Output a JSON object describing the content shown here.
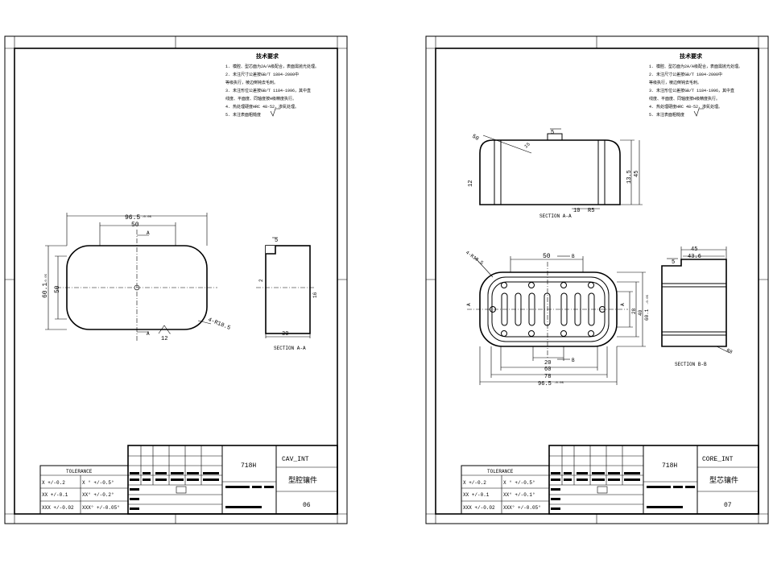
{
  "sheets": [
    {
      "tech_title": "技术要求",
      "notes": [
        "1. 模腔、型芯面为2A/A级配合，表面需抛光处理。",
        "2. 未注尺寸公差按GB/T 1804-2000中",
        "   等级执行，棱边倒钝去毛刺。",
        "3. 未注形位公差按GB/T 1184-1996，其中直",
        "   线度、平面度、同轴度按H级精度执行。",
        "4. 热处理硬度HRC 48-52，渗氮处理。",
        "5. 未注表面粗糙度"
      ],
      "dims": {
        "width": "96.5",
        "width_tol": "-0.05",
        "inner_width": "50",
        "height": "60.1",
        "height_tol": "-0.05",
        "inner_height": "50",
        "corner": "4-R18.5",
        "chamfer": "12",
        "sec_depth": "30",
        "sec_top": "5",
        "sec_slot": "2",
        "sec_height": "16",
        "section_a": "A",
        "section_label": "SECTION A-A"
      },
      "title_block": {
        "material": "718H",
        "code": "CAV_INT",
        "name": "型腔镶件",
        "number": "06"
      },
      "tolerance": {
        "header": "TOLERANCE",
        "rows": [
          [
            "X   +/-0.2",
            "X °  +/-0.5°"
          ],
          [
            "XX  +/-0.1",
            "XX°  +/-0.2°"
          ],
          [
            "XXX +/-0.02",
            "XXX° +/-0.05°"
          ]
        ]
      }
    },
    {
      "tech_title": "技术要求",
      "notes": [
        "1. 模腔、型芯面为2A/A级配合，表面需抛光处理。",
        "2. 未注尺寸公差按GB/T 1804-2000中",
        "   等级执行，棱边倒钝去毛刺。",
        "3. 未注形位公差按GB/T 1184-1996，其中直",
        "   线度、平面度、同轴度按H级精度执行。",
        "4. 热处理硬度HRC 48-52，渗氮处理。",
        "5. 未注表面粗糙度"
      ],
      "dims": {
        "sec_a_label": "SECTION A-A",
        "sec_b_label": "SECTION B-B",
        "top_5": "5",
        "chamfer_50": "50",
        "sec_15": "15",
        "sec_h1": "13.5",
        "sec_h2": "45",
        "sec_12": "12",
        "sec_10": "10",
        "sec_r5": "R5",
        "plan_50": "50",
        "plan_b": "B",
        "plan_a": "A",
        "plan_r": "4-R18.5",
        "plan_20": "20",
        "plan_60": "60",
        "plan_78": "78",
        "plan_w": "96.5",
        "plan_w_tol": "-0.05",
        "plan_h1": "28",
        "plan_h2": "40",
        "plan_h3": "60.1",
        "plan_h3_tol": "-0.05",
        "sb_45": "45",
        "sb_436": "43.6",
        "sb_5": "5",
        "sb_r8": "R8"
      },
      "title_block": {
        "material": "718H",
        "code": "CORE_INT",
        "name": "型芯镶件",
        "number": "07"
      },
      "tolerance": {
        "header": "TOLERANCE",
        "rows": [
          [
            "X   +/-0.2",
            "X °  +/-0.5°"
          ],
          [
            "XX  +/-0.1",
            "XX°  +/-0.1°"
          ],
          [
            "XXX +/-0.02",
            "XXX° +/-0.05°"
          ]
        ]
      }
    }
  ]
}
